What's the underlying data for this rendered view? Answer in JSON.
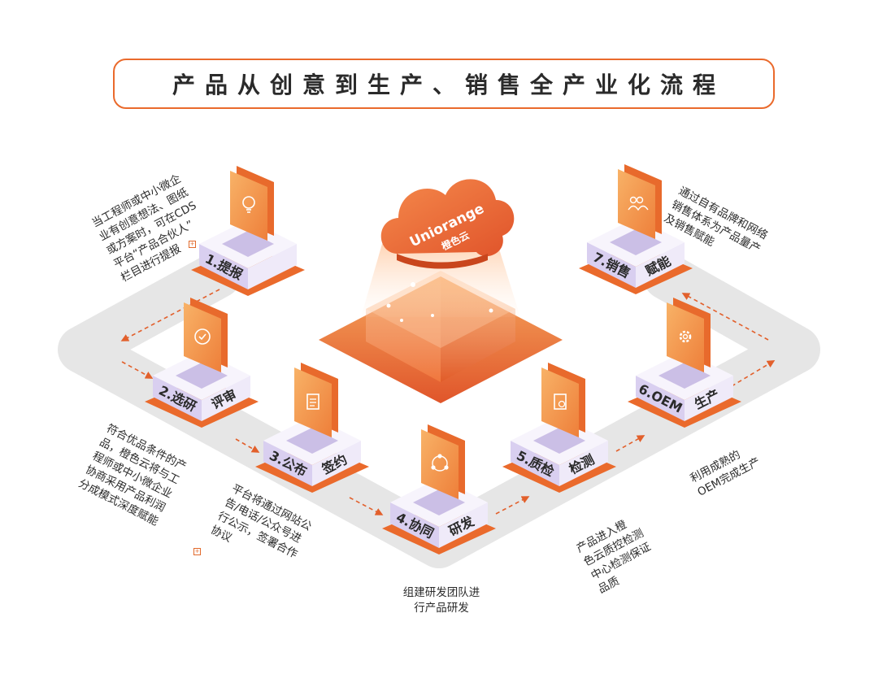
{
  "title": "产品从创意到生产、销售全产业化流程",
  "brand": {
    "name": "Uniorange",
    "cn_name": "橙色云"
  },
  "colors": {
    "accent": "#ea6a2c",
    "accent_dark": "#d9531e",
    "card": "#f4a24a",
    "platform_top": "#efeaf9",
    "platform_side": "#cbbfe6",
    "road": "#e6e6e6",
    "text": "#2b2b2b"
  },
  "steps": [
    {
      "num": "1.",
      "label_a": "提报",
      "label_b": "",
      "icon": "lightbulb-icon"
    },
    {
      "num": "2.",
      "label_a": "选研",
      "label_b": "评审",
      "icon": "check-circle-icon"
    },
    {
      "num": "3.",
      "label_a": "公布",
      "label_b": "签约",
      "icon": "document-icon"
    },
    {
      "num": "4.",
      "label_a": "协同",
      "label_b": "研发",
      "icon": "network-icon"
    },
    {
      "num": "5.",
      "label_a": "质检",
      "label_b": "检测",
      "icon": "inspection-doc-icon"
    },
    {
      "num": "6.",
      "label_a": "OEM",
      "label_b": "生产",
      "icon": "gear-icon"
    },
    {
      "num": "7.",
      "label_a": "销售",
      "label_b": "赋能",
      "icon": "users-icon"
    }
  ],
  "notes": {
    "n1": "当工程师或中小微企\n业有创意想法、图纸\n或方案时，可在CDS\n平台“产品合伙人”\n栏目进行提报",
    "n2": "符合优品条件的产\n品，橙色云将与工\n程师或中小微企业\n协商采用产品利润\n分成模式深度赋能",
    "n3": "平台将通过网站公\n告/电话/公众号进\n行公示，签署合作\n协议",
    "n4": "组建研发团队进\n行产品研发",
    "n5": "产品进入橙\n色云质控检测\n中心检测保证\n品质",
    "n6": "利用成熟的\nOEM完成生产",
    "n7": "通过自有品牌和网络\n销售体系为产品量产\n及销售赋能"
  }
}
